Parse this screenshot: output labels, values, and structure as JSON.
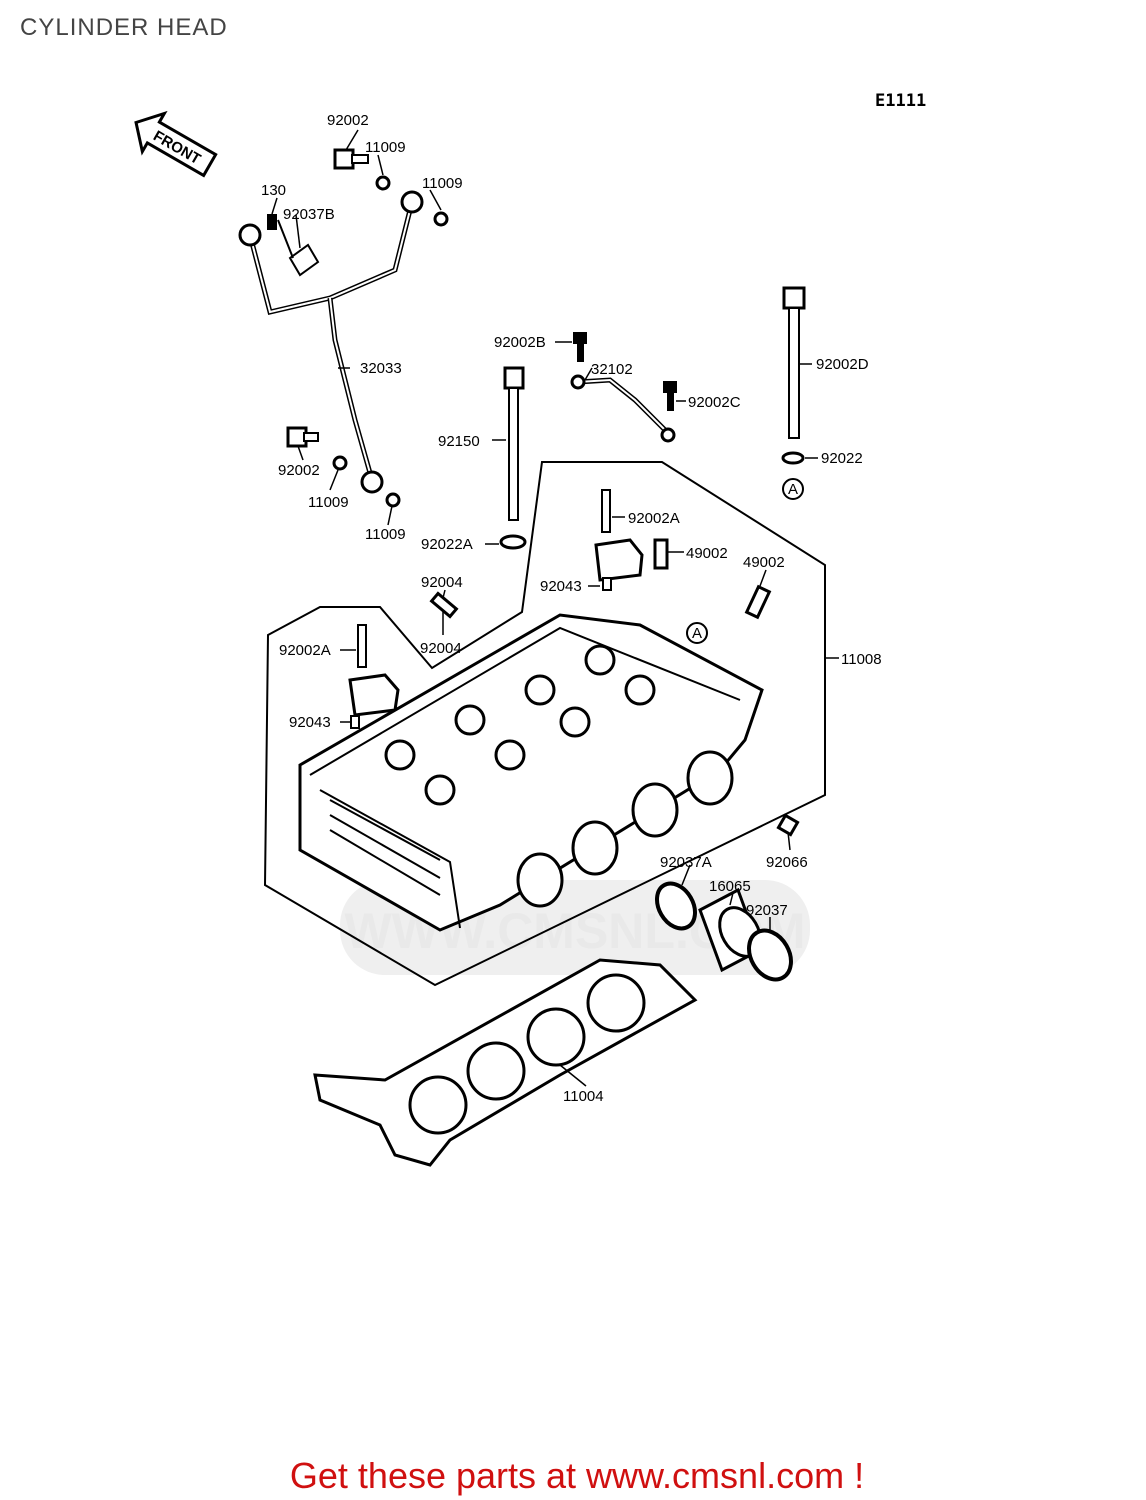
{
  "title": "CYLINDER HEAD",
  "diagram_code": "E1111",
  "front_arrow_label": "FRONT",
  "watermark": "WWW.CMSNL.COM",
  "footer_text": "Get these parts at www.cmsnl.com !",
  "marker": "A",
  "colors": {
    "footer": "#d01010",
    "line": "#000000",
    "title": "#444444"
  },
  "parts": {
    "p92002_top": "92002",
    "p11009_a": "11009",
    "p11009_b": "11009",
    "p130": "130",
    "p92037B": "92037B",
    "p32033": "32033",
    "p92002_mid": "92002",
    "p11009_c": "11009",
    "p11009_d": "11009",
    "p92002B": "92002B",
    "p32102": "32102",
    "p92002C": "92002C",
    "p92002D": "92002D",
    "p92150": "92150",
    "p92022": "92022",
    "p92022A": "92022A",
    "p92002A_r": "92002A",
    "p49002_a": "49002",
    "p49002_b": "49002",
    "p92004_a": "92004",
    "p92043_r": "92043",
    "p92004_b": "92004",
    "p92002A_l": "92002A",
    "p11008": "11008",
    "p92043_l": "92043",
    "p92066": "92066",
    "p92037A": "92037A",
    "p16065": "16065",
    "p92037": "92037",
    "p11004": "11004"
  }
}
